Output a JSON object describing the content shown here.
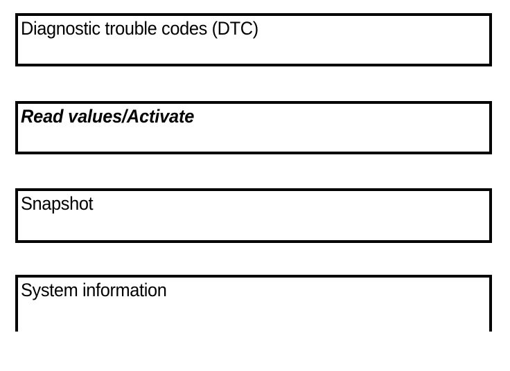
{
  "screen": {
    "kind": "diagnostic-menu",
    "background_color": "#ffffff",
    "border_color": "#000000",
    "text_color": "#000000"
  },
  "menu": {
    "items": [
      {
        "id": "dtc",
        "label": "Diagnostic trouble codes (DTC)",
        "selected": false,
        "clipped": false
      },
      {
        "id": "read-values-activate",
        "label": "Read values/Activate",
        "selected": true,
        "clipped": false
      },
      {
        "id": "snapshot",
        "label": "Snapshot",
        "selected": false,
        "clipped": false
      },
      {
        "id": "system-information",
        "label": "System information",
        "selected": false,
        "clipped": true
      }
    ]
  }
}
